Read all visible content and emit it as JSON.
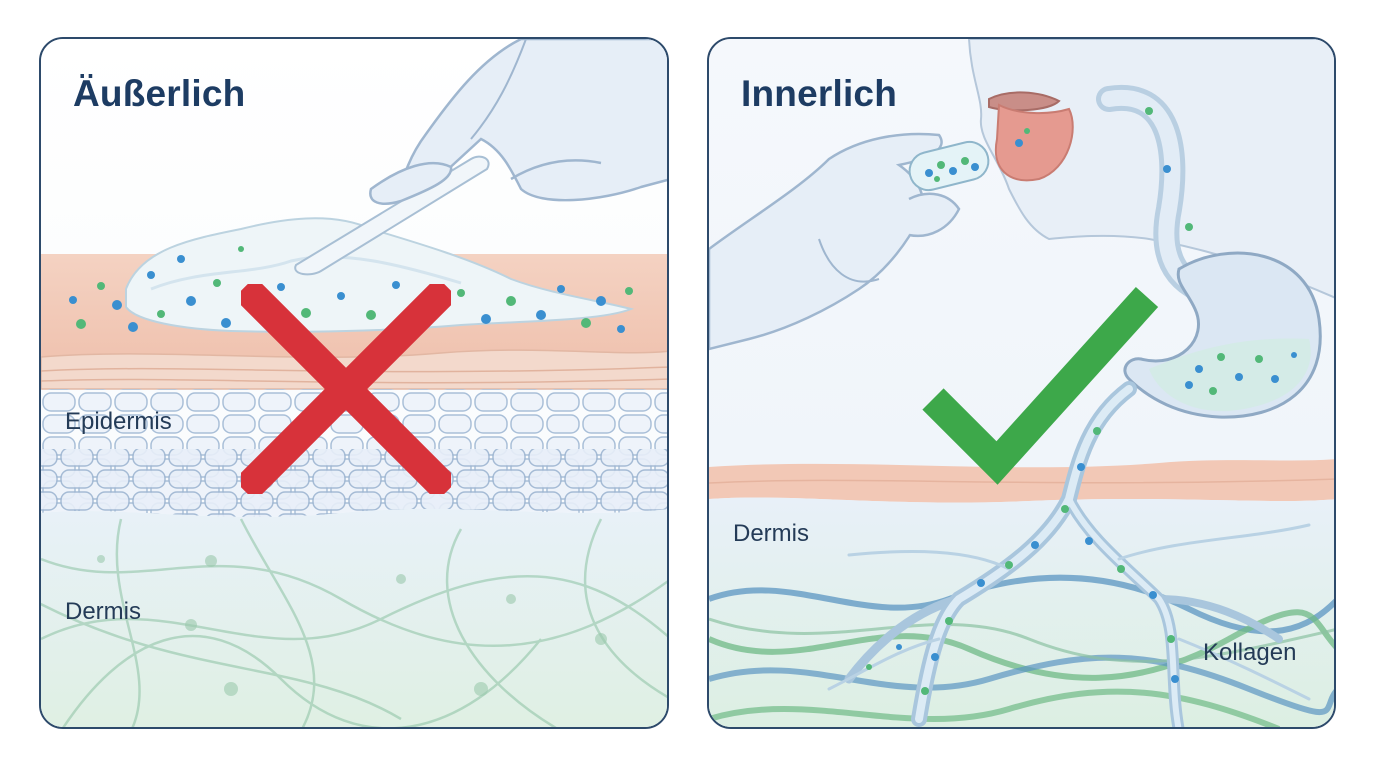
{
  "left_panel": {
    "title": "Äußerlich",
    "labels": {
      "epidermis": "Epidermis",
      "dermis": "Dermis"
    },
    "verdict_icon": "red-cross-icon"
  },
  "right_panel": {
    "title": "Innerlich",
    "labels": {
      "dermis": "Dermis",
      "collagen": "Kollagen"
    },
    "verdict_icon": "green-check-icon"
  },
  "colors": {
    "border": "#2d4a6b",
    "title": "#1d3c63",
    "cross": "#d7323a",
    "check": "#3da84a",
    "skin": "#f2c8b6",
    "particle_blue": "#3a8fd0",
    "particle_green": "#52b878",
    "collagen_blue": "#5b95c2",
    "collagen_green": "#6fba86"
  }
}
